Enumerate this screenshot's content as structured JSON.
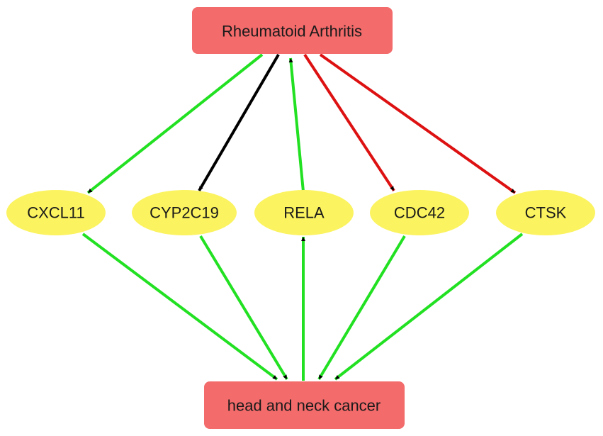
{
  "diagram": {
    "colors": {
      "disease_node": "#f36b6b",
      "gene_node": "#fbf35f",
      "edge_green": "#22e022",
      "edge_black": "#000000",
      "edge_red": "#dd1111",
      "arrowhead": "#000000"
    },
    "nodes": {
      "ra": {
        "label": "Rheumatoid Arthritis",
        "shape": "rect"
      },
      "hnc": {
        "label": "head and neck cancer",
        "shape": "rect"
      },
      "cxcl11": {
        "label": "CXCL11",
        "shape": "ellipse"
      },
      "cyp2c19": {
        "label": "CYP2C19",
        "shape": "ellipse"
      },
      "rela": {
        "label": "RELA",
        "shape": "ellipse"
      },
      "cdc42": {
        "label": "CDC42",
        "shape": "ellipse"
      },
      "ctsk": {
        "label": "CTSK",
        "shape": "ellipse"
      }
    },
    "edges": [
      {
        "from": "ra",
        "to": "cxcl11",
        "color": "green"
      },
      {
        "from": "ra",
        "to": "cyp2c19",
        "color": "black"
      },
      {
        "from": "rela",
        "to": "ra",
        "color": "green"
      },
      {
        "from": "ra",
        "to": "cdc42",
        "color": "red"
      },
      {
        "from": "ra",
        "to": "ctsk",
        "color": "red"
      },
      {
        "from": "cxcl11",
        "to": "hnc",
        "color": "green"
      },
      {
        "from": "cyp2c19",
        "to": "hnc",
        "color": "green"
      },
      {
        "from": "hnc",
        "to": "rela",
        "color": "green"
      },
      {
        "from": "cdc42",
        "to": "hnc",
        "color": "green"
      },
      {
        "from": "ctsk",
        "to": "hnc",
        "color": "green"
      }
    ]
  }
}
